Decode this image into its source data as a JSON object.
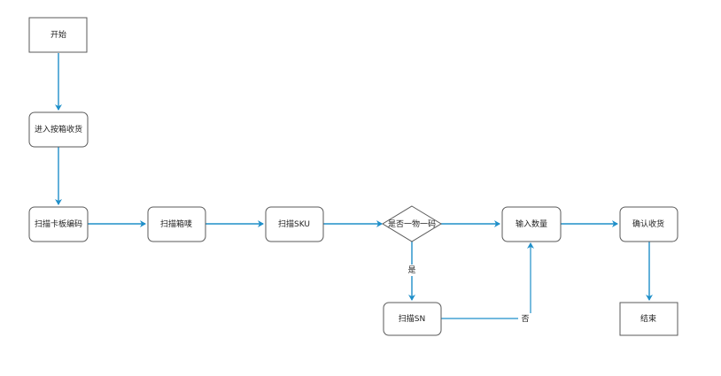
{
  "colors": {
    "edge": "#1f8fc9",
    "node_border": "#5a5a5a",
    "background": "#ffffff"
  },
  "nodes": {
    "start": "开始",
    "enter_receive": "进入按箱收货",
    "scan_pallet": "扫描卡板编码",
    "scan_box": "扫描箱唛",
    "scan_sku": "扫描SKU",
    "one_item_one_code": "是否一物一码",
    "enter_qty": "输入数量",
    "confirm_receive": "确认收货",
    "scan_sn": "扫描SN",
    "end": "结束"
  },
  "edge_labels": {
    "yes": "是",
    "no": "否"
  }
}
